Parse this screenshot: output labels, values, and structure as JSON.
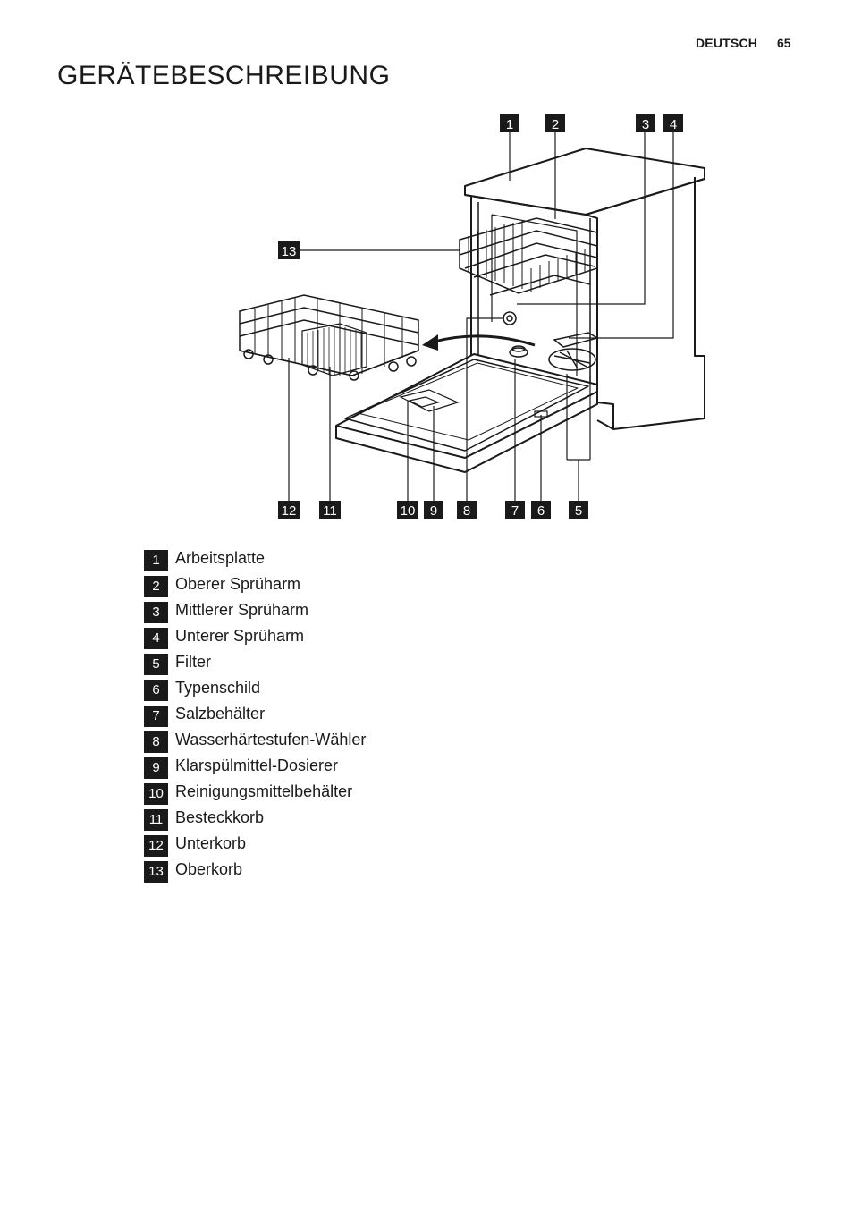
{
  "header": {
    "language": "DEUTSCH",
    "page_number": "65"
  },
  "title": "GERÄTEBESCHREIBUNG",
  "diagram": {
    "callouts": [
      "1",
      "2",
      "3",
      "4",
      "5",
      "6",
      "7",
      "8",
      "9",
      "10",
      "11",
      "12",
      "13"
    ]
  },
  "legend": [
    {
      "number": "1",
      "label": "Arbeitsplatte"
    },
    {
      "number": "2",
      "label": "Oberer Sprüharm"
    },
    {
      "number": "3",
      "label": "Mittlerer Sprüharm"
    },
    {
      "number": "4",
      "label": "Unterer Sprüharm"
    },
    {
      "number": "5",
      "label": "Filter"
    },
    {
      "number": "6",
      "label": "Typenschild"
    },
    {
      "number": "7",
      "label": "Salzbehälter"
    },
    {
      "number": "8",
      "label": "Wasserhärtestufen-Wähler"
    },
    {
      "number": "9",
      "label": "Klarspülmittel-Dosierer"
    },
    {
      "number": "10",
      "label": "Reinigungsmittelbehälter"
    },
    {
      "number": "11",
      "label": "Besteckkorb"
    },
    {
      "number": "12",
      "label": "Unterkorb"
    },
    {
      "number": "13",
      "label": "Oberkorb"
    }
  ]
}
